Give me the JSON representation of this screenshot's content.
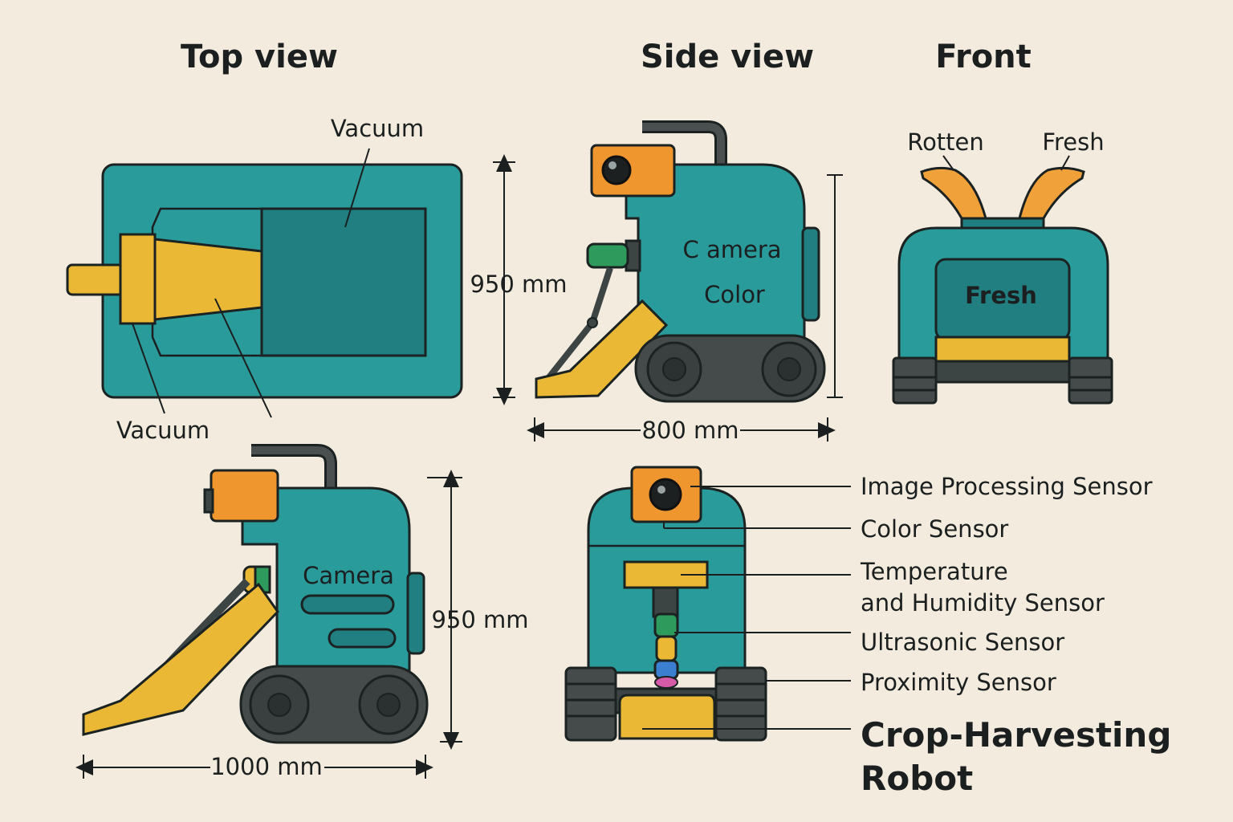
{
  "headings": {
    "top_view": "Top view",
    "side_view": "Side view",
    "front": "Front"
  },
  "top_view": {
    "vacuum_upper": "Vacuum",
    "vacuum_lower": "Vacuum"
  },
  "side_view": {
    "camera_label": "C amera",
    "color_label": "Color",
    "height": "950 mm",
    "width": "800 mm"
  },
  "front_view": {
    "rotten": "Rotten",
    "fresh_bin": "Fresh",
    "fresh_body": "Fresh"
  },
  "side_view_2": {
    "camera_label": "Camera",
    "height": "950 mm",
    "length": "1000 mm"
  },
  "sensors": [
    "Image Processing Sensor",
    "Color Sensor",
    "Temperature",
    "and Humidity Sensor",
    "Ultrasonic Sensor",
    "Proximity Sensor"
  ],
  "title": {
    "line1": "Crop-Harvesting",
    "line2": "Robot"
  },
  "colors": {
    "teal": "#2a9b9b",
    "yellow": "#eab834",
    "orange": "#f0962e",
    "track": "#454b4b",
    "background": "#f3ebde"
  }
}
